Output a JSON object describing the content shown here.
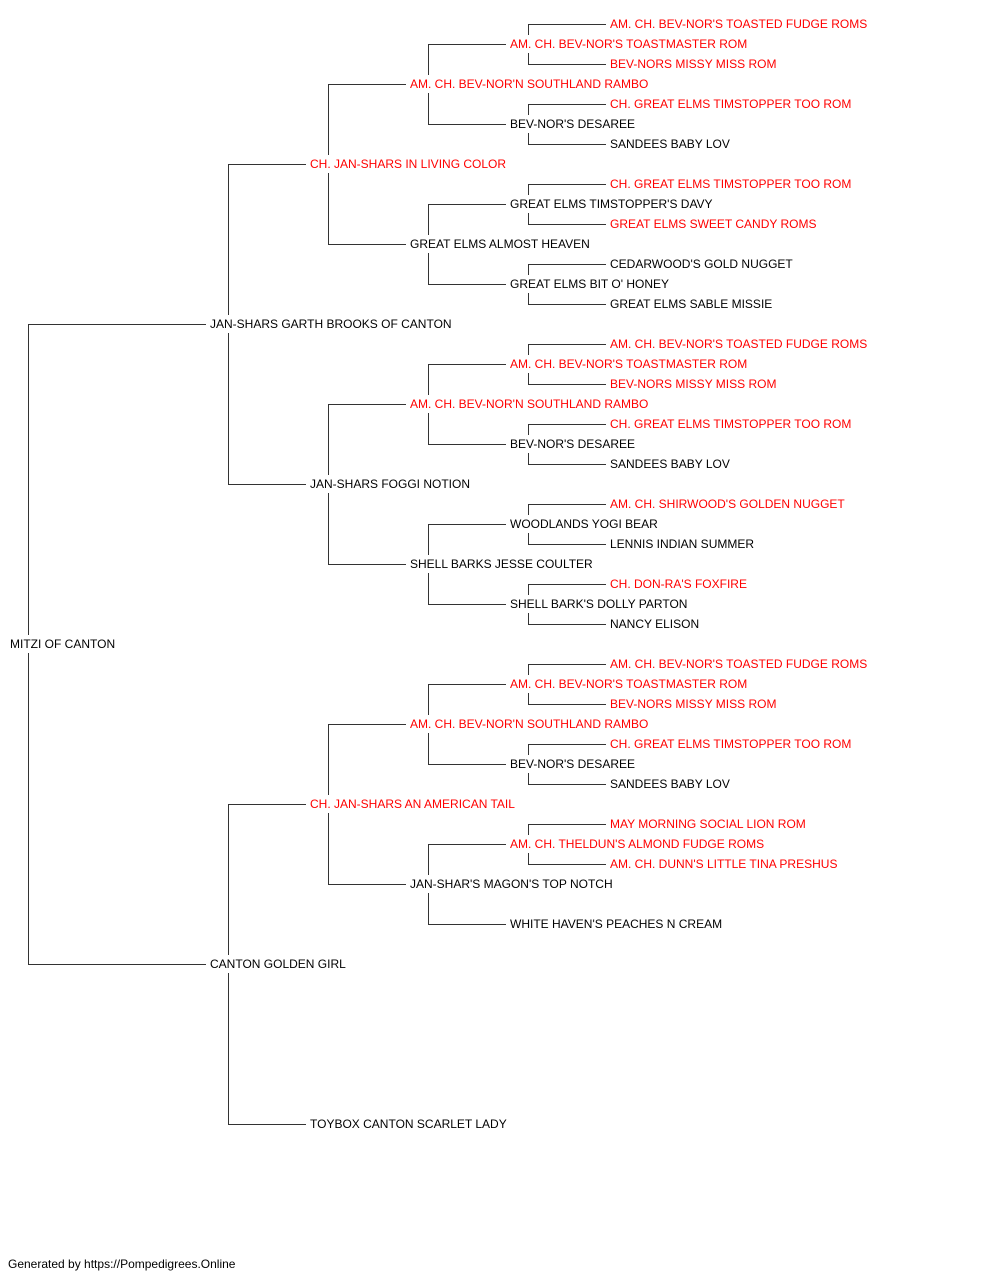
{
  "colors": {
    "titled": "#ff0000",
    "regular": "#000000",
    "line": "#333333"
  },
  "pedigree": {
    "name": "MITZI OF CANTON",
    "titled": false,
    "sire": {
      "name": "JAN-SHARS GARTH BROOKS OF CANTON",
      "titled": false,
      "sire": {
        "name": "CH. JAN-SHARS IN LIVING COLOR",
        "titled": true,
        "sire": {
          "name": "AM. CH. BEV-NOR'N SOUTHLAND RAMBO",
          "titled": true,
          "sire": {
            "name": "AM. CH. BEV-NOR'S TOASTMASTER ROM",
            "titled": true,
            "sire": {
              "name": "AM. CH. BEV-NOR'S TOASTED FUDGE ROMS",
              "titled": true
            },
            "dam": {
              "name": "BEV-NORS MISSY MISS ROM",
              "titled": true
            }
          },
          "dam": {
            "name": "BEV-NOR'S DESAREE",
            "titled": false,
            "sire": {
              "name": "CH. GREAT ELMS TIMSTOPPER TOO ROM",
              "titled": true
            },
            "dam": {
              "name": "SANDEES BABY LOV",
              "titled": false
            }
          }
        },
        "dam": {
          "name": "GREAT ELMS ALMOST HEAVEN",
          "titled": false,
          "sire": {
            "name": "GREAT ELMS TIMSTOPPER'S DAVY",
            "titled": false,
            "sire": {
              "name": "CH. GREAT ELMS TIMSTOPPER TOO ROM",
              "titled": true
            },
            "dam": {
              "name": "GREAT ELMS SWEET CANDY ROMS",
              "titled": true
            }
          },
          "dam": {
            "name": "GREAT ELMS BIT O' HONEY",
            "titled": false,
            "sire": {
              "name": "CEDARWOOD'S GOLD NUGGET",
              "titled": false
            },
            "dam": {
              "name": "GREAT ELMS SABLE MISSIE",
              "titled": false
            }
          }
        }
      },
      "dam": {
        "name": "JAN-SHARS FOGGI NOTION",
        "titled": false,
        "sire": {
          "name": "AM. CH. BEV-NOR'N SOUTHLAND RAMBO",
          "titled": true,
          "sire": {
            "name": "AM. CH. BEV-NOR'S TOASTMASTER ROM",
            "titled": true,
            "sire": {
              "name": "AM. CH. BEV-NOR'S TOASTED FUDGE ROMS",
              "titled": true
            },
            "dam": {
              "name": "BEV-NORS MISSY MISS ROM",
              "titled": true
            }
          },
          "dam": {
            "name": "BEV-NOR'S DESAREE",
            "titled": false,
            "sire": {
              "name": "CH. GREAT ELMS TIMSTOPPER TOO ROM",
              "titled": true
            },
            "dam": {
              "name": "SANDEES BABY LOV",
              "titled": false
            }
          }
        },
        "dam": {
          "name": "SHELL BARKS JESSE COULTER",
          "titled": false,
          "sire": {
            "name": "WOODLANDS YOGI BEAR",
            "titled": false,
            "sire": {
              "name": "AM. CH. SHIRWOOD'S GOLDEN NUGGET",
              "titled": true
            },
            "dam": {
              "name": "LENNIS INDIAN SUMMER",
              "titled": false
            }
          },
          "dam": {
            "name": "SHELL BARK'S DOLLY PARTON",
            "titled": false,
            "sire": {
              "name": "CH. DON-RA'S FOXFIRE",
              "titled": true
            },
            "dam": {
              "name": "NANCY ELISON",
              "titled": false
            }
          }
        }
      }
    },
    "dam": {
      "name": "CANTON GOLDEN GIRL",
      "titled": false,
      "sire": {
        "name": "CH. JAN-SHARS AN AMERICAN TAIL",
        "titled": true,
        "sire": {
          "name": "AM. CH. BEV-NOR'N SOUTHLAND RAMBO",
          "titled": true,
          "sire": {
            "name": "AM. CH. BEV-NOR'S TOASTMASTER ROM",
            "titled": true,
            "sire": {
              "name": "AM. CH. BEV-NOR'S TOASTED FUDGE ROMS",
              "titled": true
            },
            "dam": {
              "name": "BEV-NORS MISSY MISS ROM",
              "titled": true
            }
          },
          "dam": {
            "name": "BEV-NOR'S DESAREE",
            "titled": false,
            "sire": {
              "name": "CH. GREAT ELMS TIMSTOPPER TOO ROM",
              "titled": true
            },
            "dam": {
              "name": "SANDEES BABY LOV",
              "titled": false
            }
          }
        },
        "dam": {
          "name": "JAN-SHAR'S MAGON'S TOP NOTCH",
          "titled": false,
          "sire": {
            "name": "AM. CH. THELDUN'S ALMOND FUDGE ROMS",
            "titled": true,
            "sire": {
              "name": "MAY MORNING SOCIAL LION ROM",
              "titled": true
            },
            "dam": {
              "name": "AM. CH. DUNN'S LITTLE TINA PRESHUS",
              "titled": true
            }
          },
          "dam": {
            "name": "WHITE HAVEN'S PEACHES N CREAM",
            "titled": false
          }
        }
      },
      "dam": {
        "name": "TOYBOX CANTON SCARLET LADY",
        "titled": false
      }
    }
  },
  "footer": {
    "text": "Generated by https://Pompedigrees.Online"
  }
}
